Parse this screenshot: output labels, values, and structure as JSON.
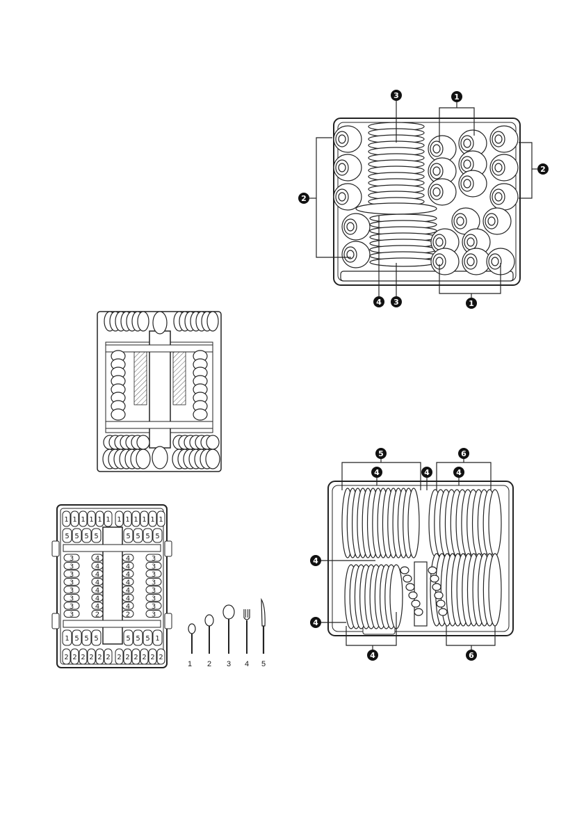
{
  "upper_basket": {
    "callouts": [
      "3",
      "1",
      "2",
      "2",
      "4",
      "3",
      "1"
    ]
  },
  "lower_basket": {
    "callouts": [
      "5",
      "4",
      "4",
      "6",
      "4",
      "4",
      "4",
      "4",
      "6"
    ]
  },
  "cutlery_tray": {
    "row_top": [
      "1",
      "1",
      "1",
      "1",
      "1",
      "1",
      "1",
      "1",
      "1",
      "1",
      "1",
      "1"
    ],
    "row_fives_top": [
      "5",
      "5",
      "5",
      "5",
      "5",
      "5",
      "5",
      "5"
    ],
    "left_threes": [
      "3",
      "3",
      "3",
      "3",
      "3",
      "3",
      "3",
      "3"
    ],
    "center_left_fours": [
      "4",
      "4",
      "4",
      "4",
      "4",
      "4",
      "4",
      "2"
    ],
    "center_right_fours": [
      "4",
      "4",
      "4",
      "4",
      "4",
      "4",
      "4",
      "2"
    ],
    "right_threes": [
      "3",
      "3",
      "3",
      "3",
      "3",
      "3",
      "3",
      "3"
    ],
    "row_fives_bottom": [
      "1",
      "5",
      "5",
      "5",
      "5",
      "5",
      "5",
      "1"
    ],
    "row_bottom": [
      "2",
      "2",
      "2",
      "2",
      "2",
      "2",
      "2",
      "2",
      "2",
      "2",
      "2",
      "2"
    ]
  },
  "cutlery_legend": {
    "labels": [
      "1",
      "2",
      "3",
      "4",
      "5"
    ]
  }
}
